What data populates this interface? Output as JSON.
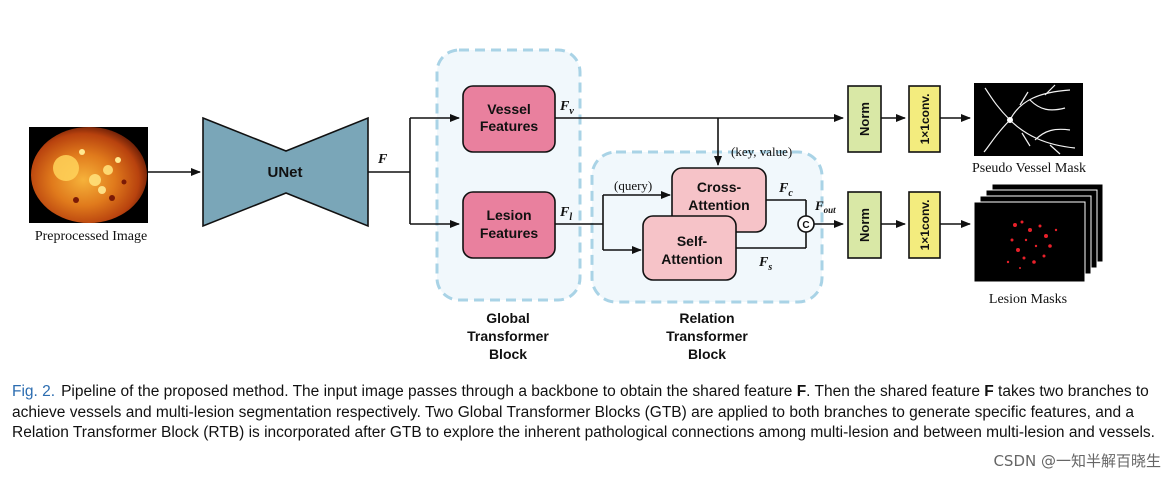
{
  "diagram": {
    "input_label": "Preprocessed Image",
    "unet_label": "UNet",
    "f_label": "F",
    "vessel_features": [
      "Vessel",
      "Features"
    ],
    "lesion_features": [
      "Lesion",
      "Features"
    ],
    "fv_label": "F",
    "fv_sub": "v",
    "fl_label": "F",
    "fl_sub": "l",
    "gtb_label": [
      "Global",
      "Transformer",
      "Block"
    ],
    "rtb_label": [
      "Relation",
      "Transformer",
      "Block"
    ],
    "cross_attention": [
      "Cross-",
      "Attention"
    ],
    "self_attention": [
      "Self-",
      "Attention"
    ],
    "query_label": "(query)",
    "keyvalue_label": "(key, value)",
    "fc_label": "F",
    "fc_sub": "c",
    "fs_label": "F",
    "fs_sub": "s",
    "fout_label": "F",
    "fout_sub": "out",
    "concat_symbol": "C",
    "norm_label": "Norm",
    "conv_label": "1×1conv.",
    "vessel_mask_label": "Pseudo Vessel Mask",
    "lesion_masks_label": "Lesion Masks",
    "colors": {
      "unet": "#7aa6b8",
      "feature_box": "#e9809e",
      "attention_box": "#f6c3c8",
      "norm_box": "#d9e8a6",
      "conv_box": "#f3ec7e",
      "dashed_border": "#a9d3e6",
      "dashed_fill": "#f1f8fc"
    }
  },
  "caption": {
    "fig_label": "Fig. 2.",
    "part1": "Pipeline of the proposed method. The input image passes through a backbone to obtain the shared feature ",
    "bold1": "F",
    "part2": ". Then the shared feature ",
    "bold2": "F",
    "part3": " takes two branches to achieve vessels and multi-lesion segmentation respectively. Two Global Transformer Blocks (GTB) are applied to both branches to generate specific features, and a Relation Transformer Block (RTB) is incorporated after GTB to explore the inherent pathological connections among multi-lesion and between multi-lesion and vessels."
  },
  "watermark": "CSDN @一知半解百晓生"
}
